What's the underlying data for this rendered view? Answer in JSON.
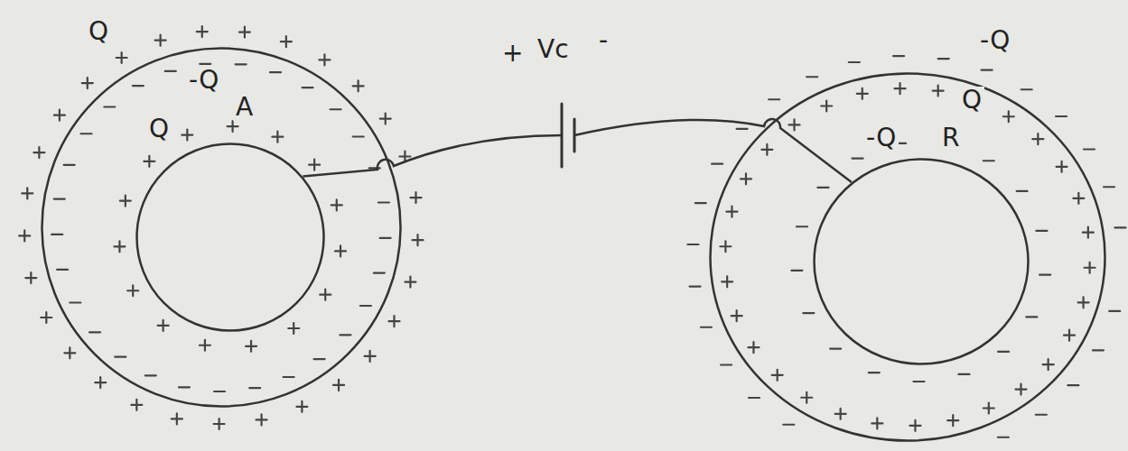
{
  "diagram": {
    "nodes": [
      {
        "text": [
          "Q",
          "-Q"
        ]
      },
      {
        "text": [
          "Q",
          "A"
        ],
        "in": 0
      },
      {
        "text": [
          "-Q",
          "Q"
        ]
      },
      {
        "text": [
          "-Q",
          "R"
        ],
        "in": 2
      }
    ],
    "edges": [
      {
        "from": 1,
        "to": 3,
        "arrow": "none",
        "label": "Vc"
      }
    ],
    "labels": [
      "+",
      "-"
    ]
  }
}
